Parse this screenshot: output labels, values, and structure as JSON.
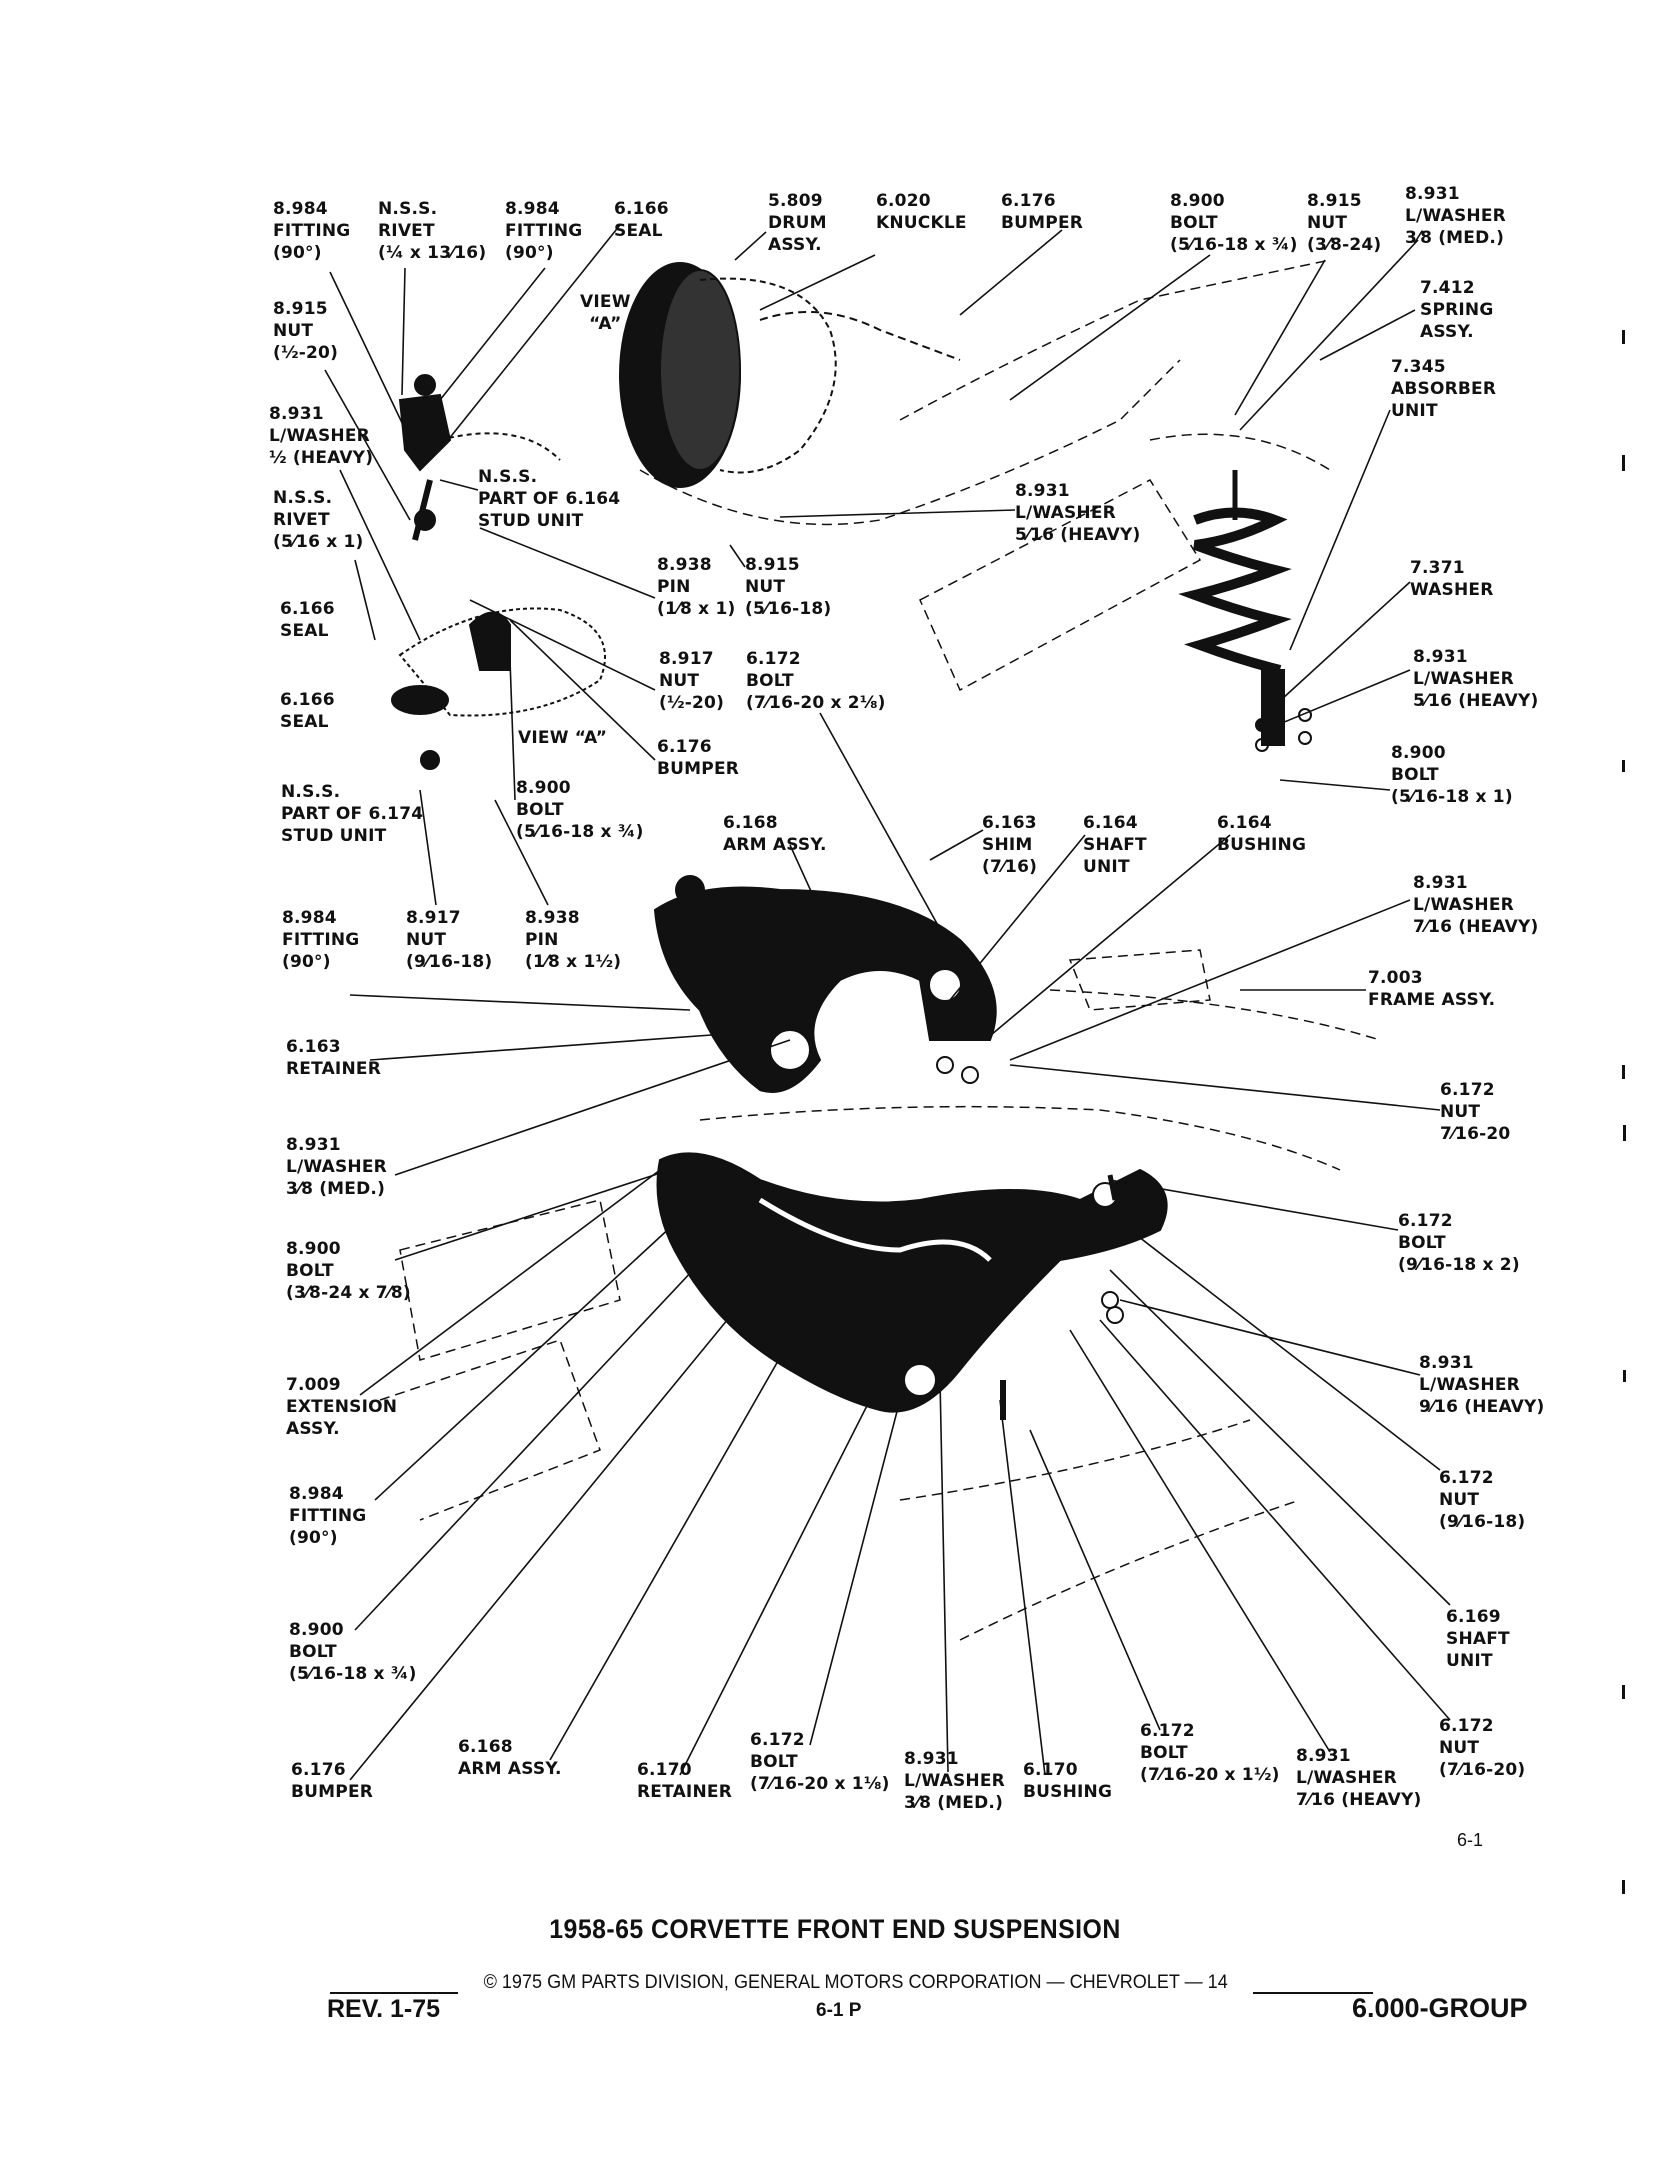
{
  "document": {
    "title": "1958-65 CORVETTE FRONT END SUSPENSION",
    "copyright": "© 1975 GM PARTS DIVISION, GENERAL MOTORS CORPORATION — CHEVROLET — 14",
    "revision": "REV. 1-75",
    "page_code": "6-1 P",
    "group": "6.000-GROUP",
    "figure_number": "6-1"
  },
  "callouts": [
    {
      "id": "c1",
      "lines": [
        "8.984",
        "FITTING",
        "(90°)"
      ]
    },
    {
      "id": "c2",
      "lines": [
        "N.S.S.",
        "RIVET",
        "(¼ x 13⁄16)"
      ]
    },
    {
      "id": "c3",
      "lines": [
        "8.984",
        "FITTING",
        "(90°)"
      ]
    },
    {
      "id": "c4",
      "lines": [
        "6.166",
        "SEAL"
      ]
    },
    {
      "id": "c5",
      "lines": [
        "VIEW",
        "“A”"
      ]
    },
    {
      "id": "c6",
      "lines": [
        "5.809",
        "DRUM",
        "ASSY."
      ]
    },
    {
      "id": "c7",
      "lines": [
        "6.020",
        "KNUCKLE"
      ]
    },
    {
      "id": "c8",
      "lines": [
        "6.176",
        "BUMPER"
      ]
    },
    {
      "id": "c9",
      "lines": [
        "8.900",
        "BOLT",
        "(5⁄16-18 x ¾)"
      ]
    },
    {
      "id": "c10",
      "lines": [
        "8.915",
        "NUT",
        "(3⁄8-24)"
      ]
    },
    {
      "id": "c11",
      "lines": [
        "8.931",
        "L/WASHER",
        "3⁄8 (MED.)"
      ]
    },
    {
      "id": "c12",
      "lines": [
        "7.412",
        "SPRING",
        "ASSY."
      ]
    },
    {
      "id": "c13",
      "lines": [
        "7.345",
        "ABSORBER",
        "UNIT"
      ]
    },
    {
      "id": "c14",
      "lines": [
        "8.915",
        "NUT",
        "(½-20)"
      ]
    },
    {
      "id": "c15",
      "lines": [
        "8.931",
        "L/WASHER",
        "½ (HEAVY)"
      ]
    },
    {
      "id": "c16",
      "lines": [
        "N.S.S.",
        "PART OF 6.164",
        "STUD UNIT"
      ]
    },
    {
      "id": "c17",
      "lines": [
        "N.S.S.",
        "RIVET",
        "(5⁄16 x 1)"
      ]
    },
    {
      "id": "c18",
      "lines": [
        "8.931",
        "L/WASHER",
        "5⁄16 (HEAVY)"
      ]
    },
    {
      "id": "c19",
      "lines": [
        "8.938",
        "PIN",
        "(1⁄8 x 1)"
      ]
    },
    {
      "id": "c20",
      "lines": [
        "8.915",
        "NUT",
        "(5⁄16-18)"
      ]
    },
    {
      "id": "c21",
      "lines": [
        "6.166",
        "SEAL"
      ]
    },
    {
      "id": "c22",
      "lines": [
        "8.917",
        "NUT",
        "(½-20)"
      ]
    },
    {
      "id": "c23",
      "lines": [
        "6.172",
        "BOLT",
        "(7⁄16-20 x 2⅛)"
      ]
    },
    {
      "id": "c24",
      "lines": [
        "7.371",
        "WASHER"
      ]
    },
    {
      "id": "c25",
      "lines": [
        "8.931",
        "L/WASHER",
        "5⁄16 (HEAVY)"
      ]
    },
    {
      "id": "c26",
      "lines": [
        "6.166",
        "SEAL"
      ]
    },
    {
      "id": "c27",
      "lines": [
        "VIEW “A”"
      ]
    },
    {
      "id": "c28",
      "lines": [
        "6.176",
        "BUMPER"
      ]
    },
    {
      "id": "c29",
      "lines": [
        "8.900",
        "BOLT",
        "(5⁄16-18 x 1)"
      ]
    },
    {
      "id": "c30",
      "lines": [
        "N.S.S.",
        "PART OF 6.174",
        "STUD UNIT"
      ]
    },
    {
      "id": "c31",
      "lines": [
        "8.900",
        "BOLT",
        "(5⁄16-18 x ¾)"
      ]
    },
    {
      "id": "c32",
      "lines": [
        "6.168",
        "ARM ASSY."
      ]
    },
    {
      "id": "c33",
      "lines": [
        "6.163",
        "SHIM",
        "(7⁄16)"
      ]
    },
    {
      "id": "c34",
      "lines": [
        "6.164",
        "SHAFT",
        "UNIT"
      ]
    },
    {
      "id": "c35",
      "lines": [
        "6.164",
        "BUSHING"
      ]
    },
    {
      "id": "c36",
      "lines": [
        "8.931",
        "L/WASHER",
        "7⁄16 (HEAVY)"
      ]
    },
    {
      "id": "c37",
      "lines": [
        "8.984",
        "FITTING",
        "(90°)"
      ]
    },
    {
      "id": "c38",
      "lines": [
        "8.917",
        "NUT",
        "(9⁄16-18)"
      ]
    },
    {
      "id": "c39",
      "lines": [
        "8.938",
        "PIN",
        "(1⁄8 x 1½)"
      ]
    },
    {
      "id": "c40",
      "lines": [
        "7.003",
        "FRAME ASSY."
      ]
    },
    {
      "id": "c41",
      "lines": [
        "6.163",
        "RETAINER"
      ]
    },
    {
      "id": "c42",
      "lines": [
        "6.172",
        "NUT",
        "7⁄16-20"
      ]
    },
    {
      "id": "c43",
      "lines": [
        "8.931",
        "L/WASHER",
        "3⁄8 (MED.)"
      ]
    },
    {
      "id": "c44",
      "lines": [
        "6.172",
        "BOLT",
        "(9⁄16-18 x 2)"
      ]
    },
    {
      "id": "c45",
      "lines": [
        "8.900",
        "BOLT",
        "(3⁄8-24 x 7⁄8)"
      ]
    },
    {
      "id": "c46",
      "lines": [
        "8.931",
        "L/WASHER",
        "9⁄16 (HEAVY)"
      ]
    },
    {
      "id": "c47",
      "lines": [
        "7.009",
        "EXTENSION",
        "ASSY."
      ]
    },
    {
      "id": "c48",
      "lines": [
        "8.984",
        "FITTING",
        "(90°)"
      ]
    },
    {
      "id": "c49",
      "lines": [
        "6.172",
        "NUT",
        "(9⁄16-18)"
      ]
    },
    {
      "id": "c50",
      "lines": [
        "8.900",
        "BOLT",
        "(5⁄16-18 x ¾)"
      ]
    },
    {
      "id": "c51",
      "lines": [
        "6.169",
        "SHAFT",
        "UNIT"
      ]
    },
    {
      "id": "c52",
      "lines": [
        "6.176",
        "BUMPER"
      ]
    },
    {
      "id": "c53",
      "lines": [
        "6.168",
        "ARM ASSY."
      ]
    },
    {
      "id": "c54",
      "lines": [
        "6.170",
        "RETAINER"
      ]
    },
    {
      "id": "c55",
      "lines": [
        "6.172",
        "BOLT",
        "(7⁄16-20 x 1⅛)"
      ]
    },
    {
      "id": "c56",
      "lines": [
        "8.931",
        "L/WASHER",
        "3⁄8 (MED.)"
      ]
    },
    {
      "id": "c57",
      "lines": [
        "6.170",
        "BUSHING"
      ]
    },
    {
      "id": "c58",
      "lines": [
        "6.172",
        "BOLT",
        "(7⁄16-20 x 1½)"
      ]
    },
    {
      "id": "c59",
      "lines": [
        "8.931",
        "L/WASHER",
        "7⁄16 (HEAVY)"
      ]
    },
    {
      "id": "c60",
      "lines": [
        "6.172",
        "NUT",
        "(7⁄16-20)"
      ]
    }
  ]
}
